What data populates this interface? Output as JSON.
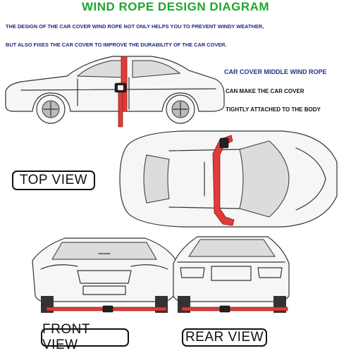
{
  "title": "WIND ROPE DESIGN DIAGRAM",
  "intro": [
    "THE DESIGN OF THE CAR COVER WIND ROPE NOT ONLY HELPS YOU TO PREVENT WINDY WEATHER,",
    "BUT ALSO FIXES THE CAR COVER TO IMPROVE THE DURABILITY OF THE CAR COVER."
  ],
  "side_note": {
    "headline": "CAR COVER MIDDLE WIND ROPE",
    "line1": "CAN MAKE THE CAR COVER",
    "line2": "TIGHTLY ATTACHED TO THE BODY"
  },
  "labels": {
    "top_view": "TOP VIEW",
    "front_view": "FRONT VIEW",
    "rear_view": "REAR VIEW"
  },
  "colors": {
    "title": "#1ea82a",
    "text": "#1f2a78",
    "rope": "#e03a3a",
    "buckle": "#222222"
  }
}
